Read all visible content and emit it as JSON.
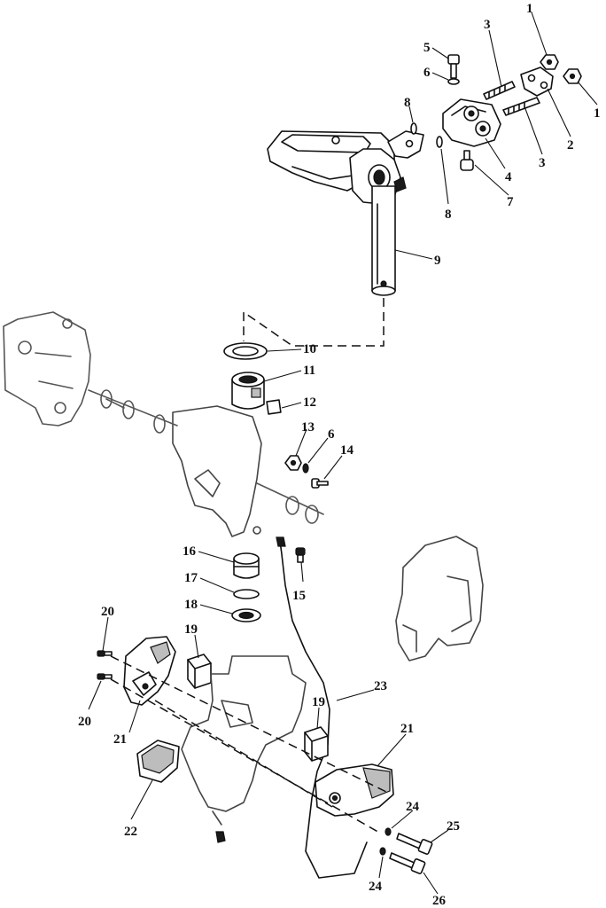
{
  "diagram": {
    "callouts": [
      {
        "id": "c1a",
        "text": "1"
      },
      {
        "id": "c1b",
        "text": "1"
      },
      {
        "id": "c2",
        "text": "2"
      },
      {
        "id": "c3a",
        "text": "3"
      },
      {
        "id": "c3b",
        "text": "3"
      },
      {
        "id": "c4",
        "text": "4"
      },
      {
        "id": "c5",
        "text": "5"
      },
      {
        "id": "c6a",
        "text": "6"
      },
      {
        "id": "c6b",
        "text": "6"
      },
      {
        "id": "c7",
        "text": "7"
      },
      {
        "id": "c8a",
        "text": "8"
      },
      {
        "id": "c8b",
        "text": "8"
      },
      {
        "id": "c9",
        "text": "9"
      },
      {
        "id": "c10",
        "text": "10"
      },
      {
        "id": "c11",
        "text": "11"
      },
      {
        "id": "c12",
        "text": "12"
      },
      {
        "id": "c13",
        "text": "13"
      },
      {
        "id": "c14",
        "text": "14"
      },
      {
        "id": "c15",
        "text": "15"
      },
      {
        "id": "c16",
        "text": "16"
      },
      {
        "id": "c17",
        "text": "17"
      },
      {
        "id": "c18",
        "text": "18"
      },
      {
        "id": "c19a",
        "text": "19"
      },
      {
        "id": "c19b",
        "text": "19"
      },
      {
        "id": "c20a",
        "text": "20"
      },
      {
        "id": "c20b",
        "text": "20"
      },
      {
        "id": "c21a",
        "text": "21"
      },
      {
        "id": "c21b",
        "text": "21"
      },
      {
        "id": "c22",
        "text": "22"
      },
      {
        "id": "c23",
        "text": "23"
      },
      {
        "id": "c24a",
        "text": "24"
      },
      {
        "id": "c24b",
        "text": "24"
      },
      {
        "id": "c25",
        "text": "25"
      },
      {
        "id": "c26",
        "text": "26"
      }
    ]
  }
}
